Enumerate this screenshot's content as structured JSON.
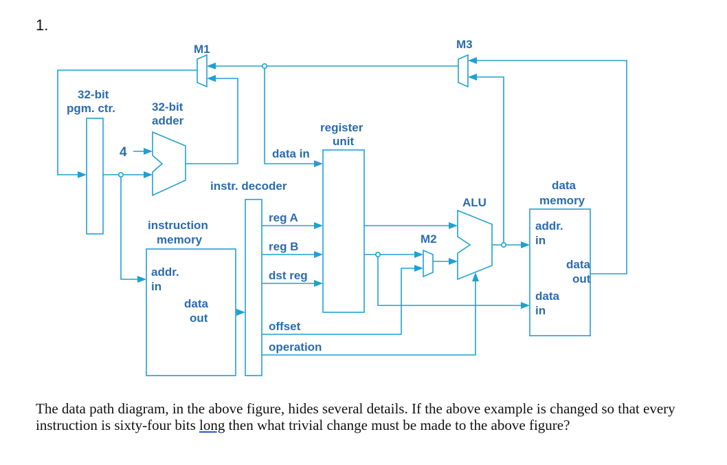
{
  "question_number": "1.",
  "diagram": {
    "labels": {
      "m1": "M1",
      "m2": "M2",
      "m3": "M3",
      "pc_line1": "32-bit",
      "pc_line2": "pgm. ctr.",
      "adder_line1": "32-bit",
      "adder_line2": "adder",
      "four": "4",
      "data_in": "data in",
      "register_line1": "register",
      "register_line2": "unit",
      "instr_decoder": "instr. decoder",
      "instr_mem_line1": "instruction",
      "instr_mem_line2": "memory",
      "im_addr": "addr.",
      "im_in": "in",
      "im_data": "data",
      "im_out": "out",
      "reg_a": "reg A",
      "reg_b": "reg B",
      "dst_reg": "dst reg",
      "offset": "offset",
      "operation": "operation",
      "alu": "ALU",
      "dm_line1": "data",
      "dm_line2": "memory",
      "dm_addr": "addr.",
      "dm_addr_in": "in",
      "dm_data_out1": "data",
      "dm_data_out2": "out",
      "dm_data_in1": "data",
      "dm_data_in2": "in"
    }
  },
  "question": {
    "before": "The data path diagram, in the above figure, hides several details. If the above example is changed so that every instruction is sixty-four bits ",
    "underlined": "long",
    "after": " then what trivial change must be made to the above figure?"
  }
}
